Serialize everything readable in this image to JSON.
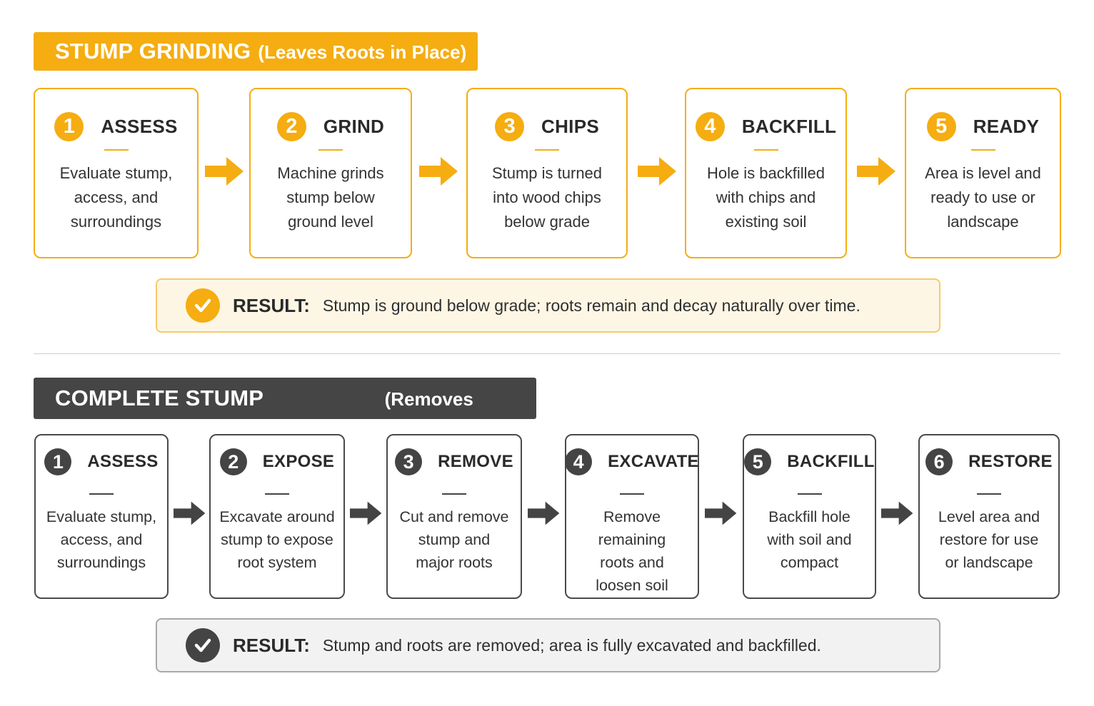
{
  "colors": {
    "accent": "#f5ad11",
    "dark": "#444444",
    "result_bg_orange": "#fef6e4",
    "result_bg_gray": "#f2f2f2"
  },
  "grinding": {
    "title": "STUMP GRINDING",
    "subtitle": "(Leaves Roots in Place)",
    "steps": [
      {
        "num": "1",
        "title": "ASSESS",
        "lines": [
          "Evaluate stump,",
          "access, and",
          "surroundings"
        ]
      },
      {
        "num": "2",
        "title": "GRIND",
        "lines": [
          "Machine grinds",
          "stump below",
          "ground level"
        ]
      },
      {
        "num": "3",
        "title": "CHIPS",
        "lines": [
          "Stump is turned",
          "into wood chips",
          "below grade"
        ]
      },
      {
        "num": "4",
        "title": "BACKFILL",
        "lines": [
          "Hole is backfilled",
          "with chips and",
          "existing soil"
        ]
      },
      {
        "num": "5",
        "title": "READY",
        "lines": [
          "Area is level and",
          "ready to use or",
          "landscape"
        ]
      }
    ],
    "result_label": "RESULT:",
    "result_text": "Stump is ground below grade; roots remain and decay naturally over time."
  },
  "removal": {
    "title": "COMPLETE STUMP REMOVAL",
    "subtitle": "(Removes Roots)",
    "steps": [
      {
        "num": "1",
        "title": "ASSESS",
        "lines": [
          "Evaluate stump,",
          "access, and",
          "surroundings"
        ]
      },
      {
        "num": "2",
        "title": "EXPOSE",
        "lines": [
          "Excavate around",
          "stump to expose",
          "root system"
        ]
      },
      {
        "num": "3",
        "title": "REMOVE",
        "lines": [
          "Cut and remove",
          "stump and",
          "major roots"
        ]
      },
      {
        "num": "4",
        "title": "EXCAVATE",
        "lines": [
          "Remove remaining",
          "roots and",
          "loosen soil"
        ]
      },
      {
        "num": "5",
        "title": "BACKFILL",
        "lines": [
          "Backfill hole",
          "with soil and",
          "compact"
        ]
      },
      {
        "num": "6",
        "title": "RESTORE",
        "lines": [
          "Level area and",
          "restore for use",
          "or landscape"
        ]
      }
    ],
    "result_label": "RESULT:",
    "result_text": "Stump and roots are removed; area is fully excavated and backfilled."
  }
}
